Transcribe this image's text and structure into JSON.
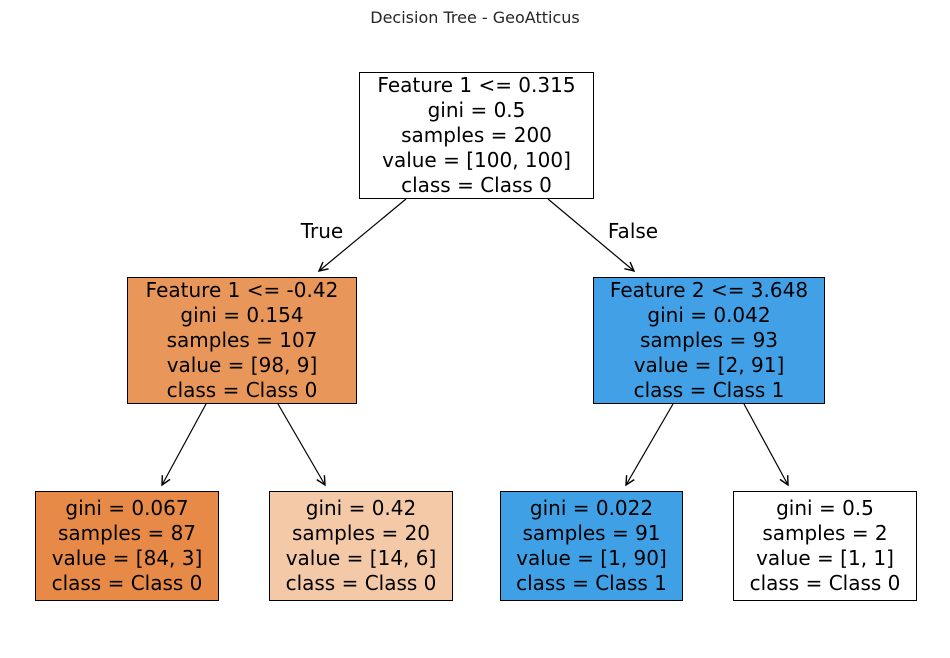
{
  "figure": {
    "title": "Decision Tree - GeoAtticus"
  },
  "edge_labels": {
    "true_label": "True",
    "false_label": "False"
  },
  "colors": {
    "border": "#000000",
    "class0_strong": "#e78a47",
    "class0_medium": "#e9965a",
    "class0_light": "#f4c9a8",
    "class1_strong": "#3fa0e6",
    "class1_medium": "#42a1e6",
    "impure_white": "#ffffff"
  },
  "nodes": {
    "root": {
      "depth": 0,
      "fill": "#ffffff",
      "lines": [
        "Feature 1 <= 0.315",
        "gini = 0.5",
        "samples = 200",
        "value = [100, 100]",
        "class = Class 0"
      ]
    },
    "left": {
      "depth": 1,
      "fill": "#e9965a",
      "lines": [
        "Feature 1 <= -0.42",
        "gini = 0.154",
        "samples = 107",
        "value = [98, 9]",
        "class = Class 0"
      ]
    },
    "right": {
      "depth": 1,
      "fill": "#42a1e6",
      "lines": [
        "Feature 2 <= 3.648",
        "gini = 0.042",
        "samples = 93",
        "value = [2, 91]",
        "class = Class 1"
      ]
    },
    "left_left": {
      "depth": 2,
      "fill": "#e78a47",
      "lines": [
        "gini = 0.067",
        "samples = 87",
        "value = [84, 3]",
        "class = Class 0"
      ]
    },
    "left_right": {
      "depth": 2,
      "fill": "#f4c9a8",
      "lines": [
        "gini = 0.42",
        "samples = 20",
        "value = [14, 6]",
        "class = Class 0"
      ]
    },
    "right_left": {
      "depth": 2,
      "fill": "#3fa0e6",
      "lines": [
        "gini = 0.022",
        "samples = 91",
        "value = [1, 90]",
        "class = Class 1"
      ]
    },
    "right_right": {
      "depth": 2,
      "fill": "#ffffff",
      "lines": [
        "gini = 0.5",
        "samples = 2",
        "value = [1, 1]",
        "class = Class 0"
      ]
    }
  }
}
